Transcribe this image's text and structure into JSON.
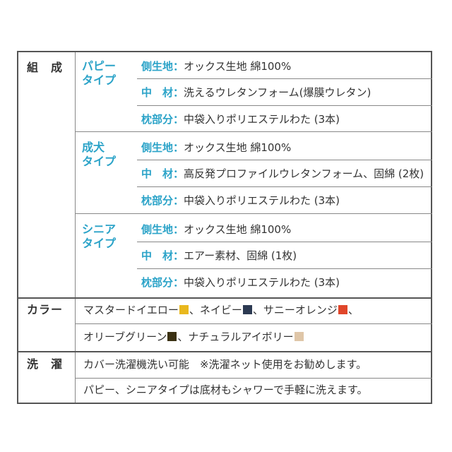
{
  "composition": {
    "header": "組　成",
    "groups": [
      {
        "type_lines": [
          "パピー",
          "タイプ"
        ],
        "rows": [
          {
            "label": "側生地：",
            "value": "オックス生地 綿100%"
          },
          {
            "label": "中　材：",
            "value": "洗えるウレタンフォーム(爆膜ウレタン)"
          },
          {
            "label": "枕部分：",
            "value": "中袋入りポリエステルわた (3本)"
          }
        ]
      },
      {
        "type_lines": [
          "成犬",
          "タイプ"
        ],
        "rows": [
          {
            "label": "側生地：",
            "value": "オックス生地 綿100%"
          },
          {
            "label": "中　材：",
            "value": "高反発プロファイルウレタンフォーム、固綿 (2枚)"
          },
          {
            "label": "枕部分：",
            "value": "中袋入りポリエステルわた (3本)"
          }
        ]
      },
      {
        "type_lines": [
          "シニア",
          "タイプ"
        ],
        "rows": [
          {
            "label": "側生地：",
            "value": "オックス生地 綿100%"
          },
          {
            "label": "中　材：",
            "value": "エアー素材、固綿 (1枚)"
          },
          {
            "label": "枕部分：",
            "value": "中袋入りポリエステルわた (3本)"
          }
        ]
      }
    ]
  },
  "color": {
    "header": "カラー",
    "line1": [
      {
        "name": "マスタードイエロー",
        "swatch": "#e9b81e",
        "sep": "、"
      },
      {
        "name": "ネイビー",
        "swatch": "#2c3a52",
        "sep": "、"
      },
      {
        "name": "サニーオレンジ",
        "swatch": "#e0462a",
        "sep": "、"
      }
    ],
    "line2": [
      {
        "name": "オリーブグリーン",
        "swatch": "#3b3112",
        "sep": "、"
      },
      {
        "name": "ナチュラルアイボリー",
        "swatch": "#dfc6a8",
        "sep": ""
      }
    ]
  },
  "washing": {
    "header": "洗　濯",
    "line1": "カバー洗濯機洗い可能　※洗濯ネット使用をお勧めします。",
    "line2": "パピー、シニアタイプは底材もシャワーで手軽に洗えます。"
  },
  "colors": {
    "accent": "#2ba3c8",
    "text": "#333333",
    "border": "#555555"
  }
}
